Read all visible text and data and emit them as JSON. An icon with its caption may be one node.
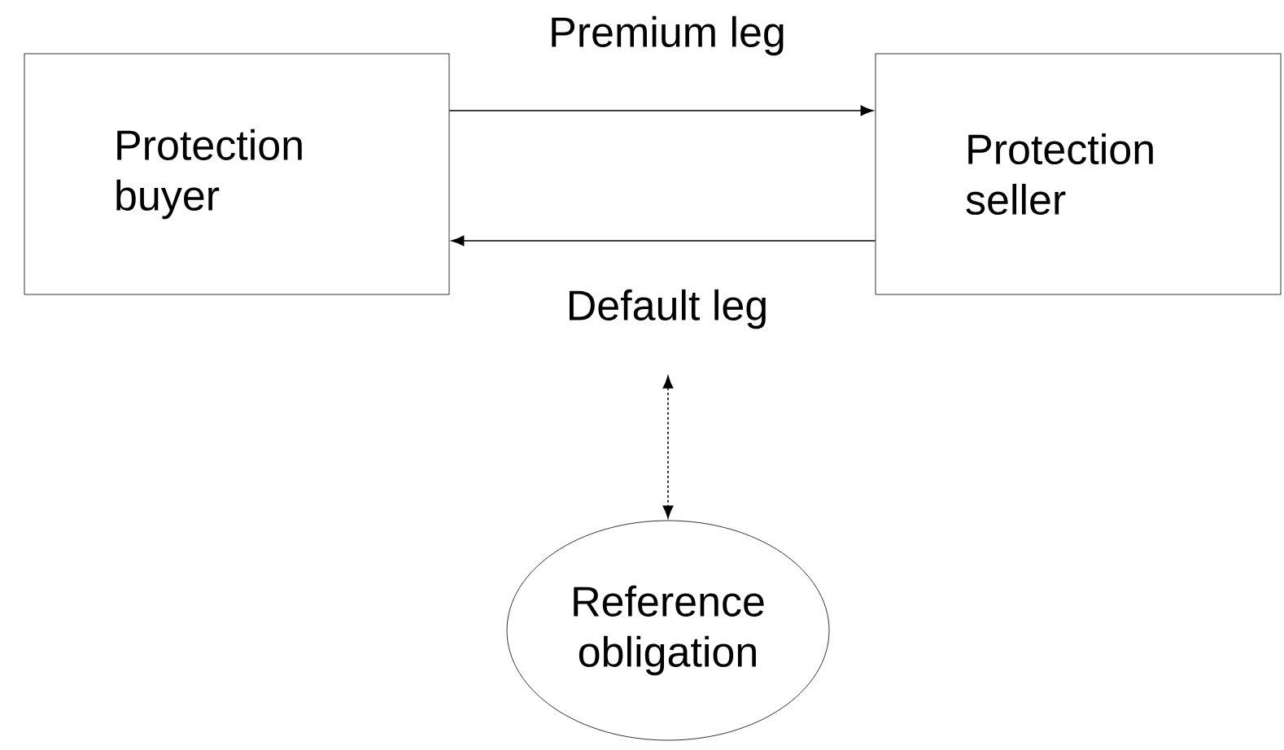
{
  "diagram": {
    "nodes": [
      {
        "text": [
          "Protection buyer"
        ]
      },
      {
        "text": [
          "Protection seller"
        ]
      },
      {
        "text": [
          "Reference obligation"
        ]
      }
    ],
    "edges": [
      {
        "from": 0,
        "to": 1,
        "arrow": "to",
        "label": "Premium leg"
      },
      {
        "from": 1,
        "to": 0,
        "arrow": "to",
        "label": "Default leg"
      },
      {
        "from": null,
        "to": 2,
        "arrow": "both",
        "style": "dashed"
      }
    ]
  }
}
